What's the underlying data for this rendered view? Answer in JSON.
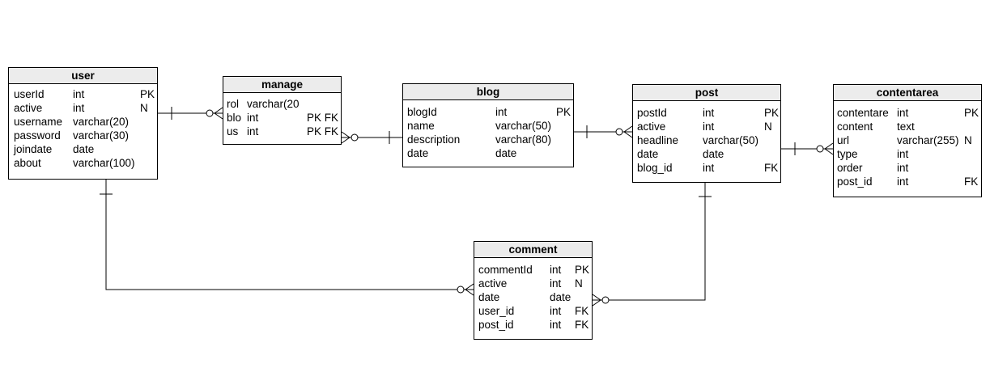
{
  "entities": {
    "user": {
      "title": "user",
      "rows": [
        {
          "name": "userId",
          "type": "int",
          "key": "PK"
        },
        {
          "name": "active",
          "type": "int",
          "key": "N"
        },
        {
          "name": "username",
          "type": "varchar(20)",
          "key": ""
        },
        {
          "name": "password",
          "type": "varchar(30)",
          "key": ""
        },
        {
          "name": "joindate",
          "type": "date",
          "key": ""
        },
        {
          "name": "about",
          "type": "varchar(100)",
          "key": ""
        }
      ]
    },
    "manage": {
      "title": "manage",
      "rows": [
        {
          "name": "rol",
          "type": "varchar(20",
          "key": ""
        },
        {
          "name": "blo",
          "type": "int",
          "key": "PK FK"
        },
        {
          "name": "us",
          "type": "int",
          "key": "PK FK"
        }
      ]
    },
    "blog": {
      "title": "blog",
      "rows": [
        {
          "name": "blogId",
          "type": "int",
          "key": "PK"
        },
        {
          "name": "name",
          "type": "varchar(50)",
          "key": ""
        },
        {
          "name": "description",
          "type": "varchar(80)",
          "key": ""
        },
        {
          "name": "date",
          "type": "date",
          "key": ""
        }
      ]
    },
    "post": {
      "title": "post",
      "rows": [
        {
          "name": "postId",
          "type": "int",
          "key": "PK"
        },
        {
          "name": "active",
          "type": "int",
          "key": "N"
        },
        {
          "name": "headline",
          "type": "varchar(50)",
          "key": ""
        },
        {
          "name": "date",
          "type": "date",
          "key": ""
        },
        {
          "name": "blog_id",
          "type": "int",
          "key": "FK"
        }
      ]
    },
    "contentarea": {
      "title": "contentarea",
      "rows": [
        {
          "name": "contentare",
          "type": "int",
          "key": "PK"
        },
        {
          "name": "content",
          "type": "text",
          "key": ""
        },
        {
          "name": "url",
          "type": "varchar(255)",
          "key": "N"
        },
        {
          "name": "type",
          "type": "int",
          "key": ""
        },
        {
          "name": "order",
          "type": "int",
          "key": ""
        },
        {
          "name": "post_id",
          "type": "int",
          "key": "FK"
        }
      ]
    },
    "comment": {
      "title": "comment",
      "rows": [
        {
          "name": "commentId",
          "type": "int",
          "key": "PK"
        },
        {
          "name": "active",
          "type": "int",
          "key": "N"
        },
        {
          "name": "date",
          "type": "date",
          "key": ""
        },
        {
          "name": "user_id",
          "type": "int",
          "key": "FK"
        },
        {
          "name": "post_id",
          "type": "int",
          "key": "FK"
        }
      ]
    }
  },
  "relationships": [
    {
      "from": "user",
      "to": "manage"
    },
    {
      "from": "blog",
      "to": "manage"
    },
    {
      "from": "blog",
      "to": "post"
    },
    {
      "from": "post",
      "to": "contentarea"
    },
    {
      "from": "user",
      "to": "comment"
    },
    {
      "from": "post",
      "to": "comment"
    }
  ]
}
